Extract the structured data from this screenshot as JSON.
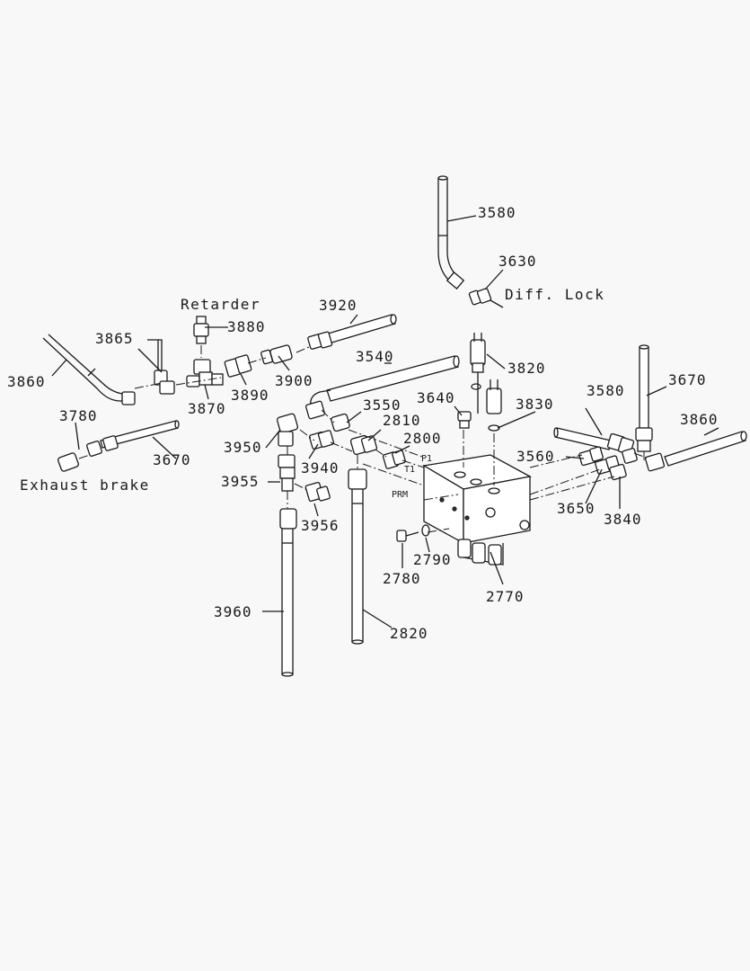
{
  "notes": {
    "retarder": "Retarder",
    "diff_lock": "Diff. Lock",
    "exhaust_brake": "Exhaust brake"
  },
  "ports": {
    "p1": "P1",
    "t1": "T1",
    "prm": "PRM"
  },
  "callouts": {
    "c3580a": "3580",
    "c3630": "3630",
    "c3920": "3920",
    "c3880": "3880",
    "c3865": "3865",
    "c3860a": "3860",
    "c3540": "3540",
    "c3820": "3820",
    "c3900": "3900",
    "c3890": "3890",
    "c3870": "3870",
    "c3640": "3640",
    "c3550": "3550",
    "c3830": "3830",
    "c3580b": "3580",
    "c3670a": "3670",
    "c3780": "3780",
    "c2810": "2810",
    "c3860b": "3860",
    "c3950": "3950",
    "c2800": "2800",
    "c3670b": "3670",
    "c3940": "3940",
    "c3560": "3560",
    "c3955": "3955",
    "c3956": "3956",
    "c3650": "3650",
    "c3840": "3840",
    "c2790": "2790",
    "c2780": "2780",
    "c2770": "2770",
    "c3960": "3960",
    "c2820": "2820"
  },
  "colors": {
    "background": "#f8f8f8",
    "ink": "#1a1a1a"
  }
}
